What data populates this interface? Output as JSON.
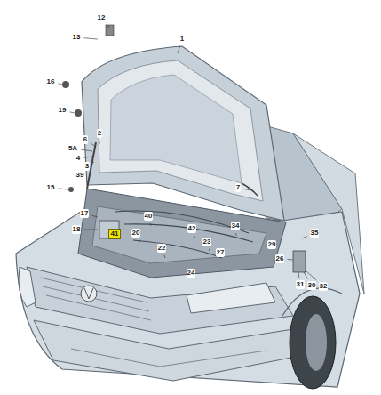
{
  "diagram": {
    "nodes": [
      {
        "text": [
          "41"
        ]
      }
    ],
    "labels": [
      "12",
      "13",
      "1",
      "16",
      "19",
      "2",
      "6",
      "5A",
      "4",
      "3",
      "39",
      "15",
      "7",
      "17",
      "18",
      "20",
      "40",
      "22",
      "42",
      "23",
      "27",
      "34",
      "29",
      "35",
      "26",
      "24",
      "31",
      "30",
      "32"
    ]
  }
}
